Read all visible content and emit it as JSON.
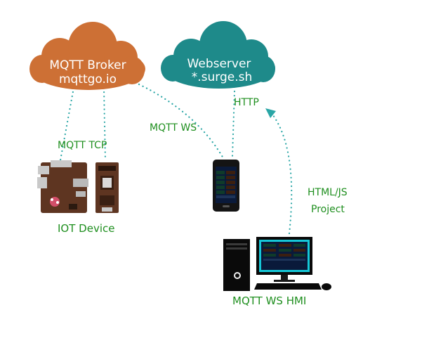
{
  "colors": {
    "broker_cloud": "#cd7035",
    "webserver_cloud": "#1e8a8a",
    "link_dots": "#2aa6a6",
    "label_green": "#1f8f1f",
    "board_brown": "#5e3521",
    "phone_body": "#141414",
    "screen_bg": "#0a1a3a",
    "pc_screen_frame": "#15c8d8"
  },
  "nodes": {
    "broker": {
      "line1": "MQTT Broker",
      "line2": "mqttgo.io",
      "icon": "cloud"
    },
    "webserver": {
      "line1": "Webserver",
      "line2": "*.surge.sh",
      "icon": "cloud"
    },
    "iot": {
      "caption": "IOT Device",
      "icons": [
        "raspberry-pi-board",
        "esp-dev-board"
      ]
    },
    "phone": {
      "icon": "smartphone"
    },
    "hmi": {
      "caption": "MQTT WS HMI",
      "icons": [
        "desktop-tower",
        "monitor",
        "keyboard",
        "mouse"
      ]
    }
  },
  "links": {
    "mqtt_tcp": "MQTT TCP",
    "mqtt_ws": "MQTT WS",
    "http": "HTTP",
    "html_js_line1": "HTML/JS",
    "html_js_line2": "Project"
  }
}
